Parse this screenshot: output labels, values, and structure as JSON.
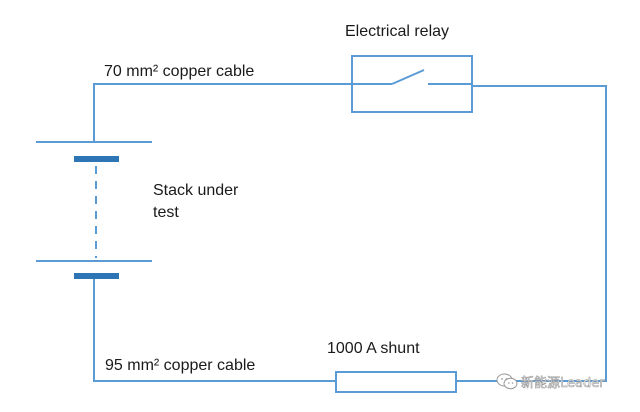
{
  "labels": {
    "relay": "Electrical relay",
    "cable_top": "70 mm² copper cable",
    "stack_line1": "Stack under",
    "stack_line2": "test",
    "shunt": "1000 A shunt",
    "cable_bottom": "95 mm² copper cable"
  },
  "watermark": {
    "text": "新能源Leader",
    "icon": "wechat-icon"
  },
  "colors": {
    "wire": "#5b9bd5",
    "plate": "#2e75b6",
    "component_fill": "#ffffff",
    "text": "#1a1a1a"
  }
}
